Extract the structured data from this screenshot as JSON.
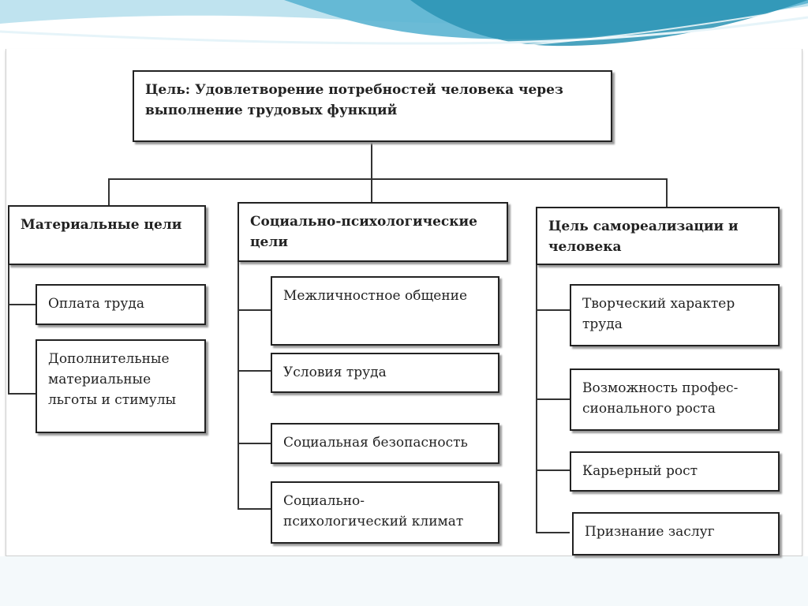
{
  "colors": {
    "banner_dark": "#2a93b4",
    "banner_light": "#9fd3e6",
    "line": "#333333",
    "box_border": "#222222"
  },
  "diagram": {
    "goal": "Цель: Удовлетворение потребностей человека через выполнение трудовых функций",
    "branches": [
      {
        "title": "Материальные цели",
        "items": [
          "Оплата труда",
          "Дополнительные материальные льготы и стимулы"
        ]
      },
      {
        "title": "Социально-психологические цели",
        "items": [
          "Межличностное общение",
          "Условия труда",
          "Социальная безопасность",
          "Социально-психологический климат"
        ]
      },
      {
        "title": "Цель самореализации и человека",
        "items": [
          "Творческий характер труда",
          "Возможность профес-сионального роста",
          "Карьерный рост",
          "Признание заслуг"
        ]
      }
    ]
  }
}
